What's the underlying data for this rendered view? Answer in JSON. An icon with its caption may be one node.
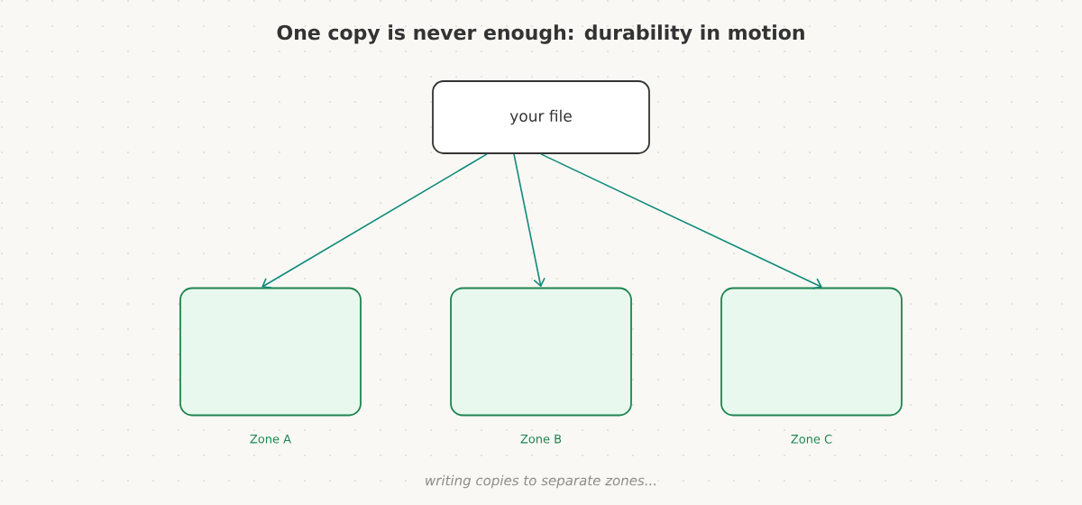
{
  "diagram": {
    "title": "One copy is never enough: durability in motion",
    "nodes": [
      {
        "text": [
          "your file"
        ]
      },
      {
        "text": [],
        "shape": "box",
        "beside": [
          "Zone A"
        ]
      },
      {
        "text": [],
        "shape": "box",
        "beside": [
          "Zone B"
        ]
      },
      {
        "text": [],
        "shape": "box",
        "beside": [
          "Zone C"
        ]
      }
    ],
    "edges": [
      {
        "from": 0,
        "to": 1,
        "arrow": "to"
      },
      {
        "from": 0,
        "to": 2,
        "arrow": "to"
      },
      {
        "from": 0,
        "to": 3,
        "arrow": "to"
      }
    ],
    "caption": "writing copies to separate zones..."
  }
}
